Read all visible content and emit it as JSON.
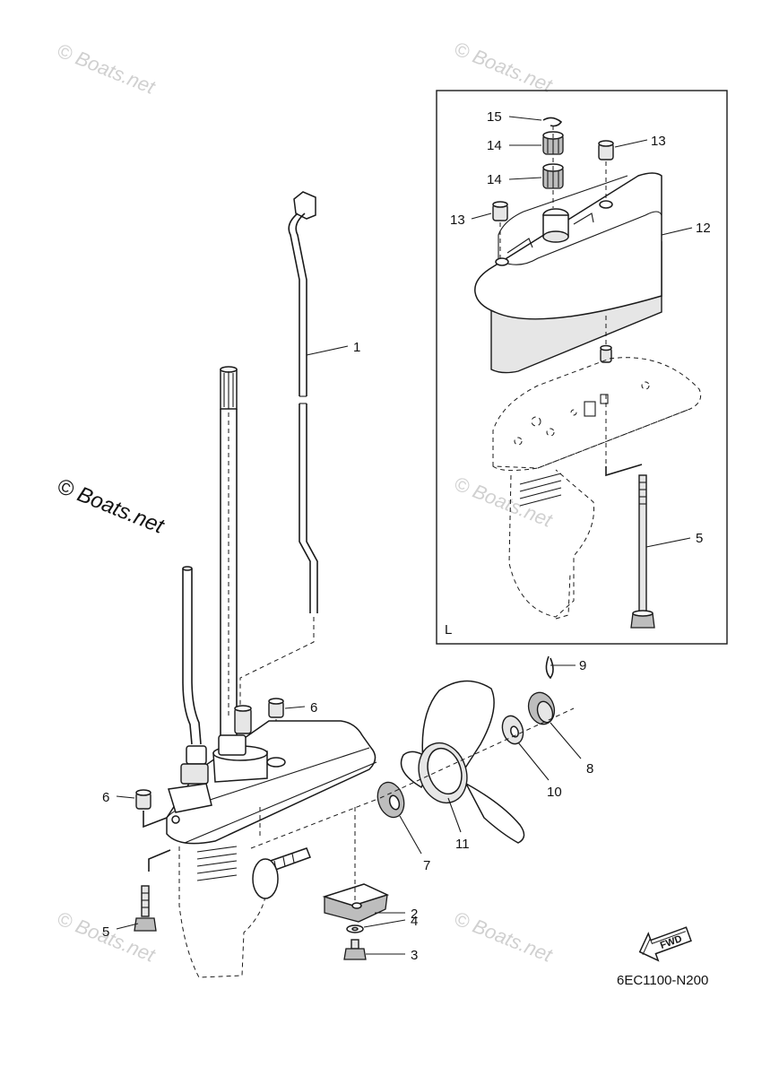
{
  "watermark": {
    "text": "© Boats.net",
    "strong_text": "© Boats.net"
  },
  "inset": {
    "label": "L"
  },
  "callouts": [
    {
      "id": "1",
      "label": "1"
    },
    {
      "id": "2",
      "label": "2"
    },
    {
      "id": "3",
      "label": "3"
    },
    {
      "id": "4",
      "label": "4"
    },
    {
      "id": "5a",
      "label": "5"
    },
    {
      "id": "5b",
      "label": "5"
    },
    {
      "id": "6a",
      "label": "6"
    },
    {
      "id": "6b",
      "label": "6"
    },
    {
      "id": "7",
      "label": "7"
    },
    {
      "id": "8",
      "label": "8"
    },
    {
      "id": "9",
      "label": "9"
    },
    {
      "id": "10",
      "label": "10"
    },
    {
      "id": "11",
      "label": "11"
    },
    {
      "id": "12",
      "label": "12"
    },
    {
      "id": "13a",
      "label": "13"
    },
    {
      "id": "13b",
      "label": "13"
    },
    {
      "id": "14a",
      "label": "14"
    },
    {
      "id": "14b",
      "label": "14"
    },
    {
      "id": "15",
      "label": "15"
    }
  ],
  "fwd_badge": "FWD",
  "diagram_code": "6EC1100-N200",
  "colors": {
    "line": "#1a1a1a",
    "watermark": "#d0d0d0",
    "background": "#ffffff"
  }
}
